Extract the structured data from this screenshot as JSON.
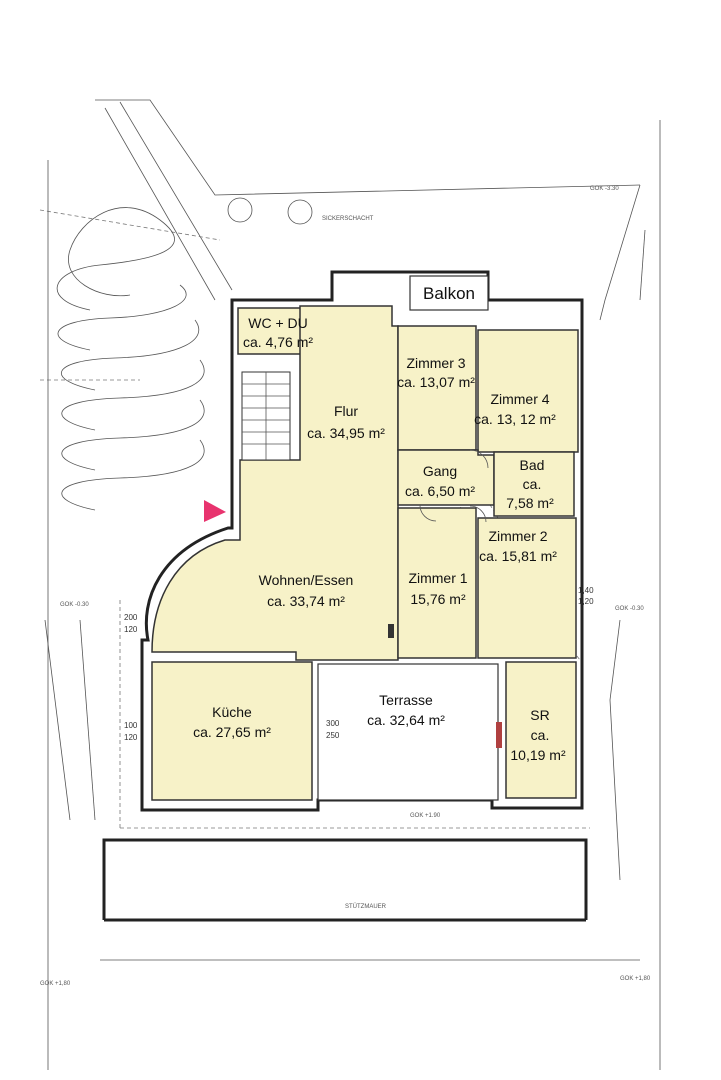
{
  "rooms": {
    "wc": {
      "name": "WC + DU",
      "area": "ca. 4,76 m²"
    },
    "balkon": {
      "name": "Balkon"
    },
    "zimmer3": {
      "name": "Zimmer 3",
      "area": "ca. 13,07 m²"
    },
    "zimmer4": {
      "name": "Zimmer 4",
      "area": "ca. 13, 12 m²"
    },
    "flur": {
      "name": "Flur",
      "area": "ca. 34,95 m²"
    },
    "bad": {
      "name": "Bad",
      "area_line1": "ca.",
      "area_line2": "7,58 m²"
    },
    "gang": {
      "name": "Gang",
      "area": "ca. 6,50 m²"
    },
    "zimmer2": {
      "name": "Zimmer 2",
      "area": "ca. 15,81 m²"
    },
    "wohnen": {
      "name": "Wohnen/Essen",
      "area": "ca. 33,74 m²"
    },
    "zimmer1": {
      "name": "Zimmer 1",
      "area": "15,76 m²"
    },
    "kueche": {
      "name": "Küche",
      "area": "ca. 27,65 m²"
    },
    "terrasse": {
      "name": "Terrasse",
      "area": "ca. 32,64 m²"
    },
    "sr": {
      "name": "SR",
      "area_line1": "ca.",
      "area_line2": "10,19 m²"
    }
  },
  "annotations": {
    "stuetzmauer": "STÜTZMAUER",
    "gok_terrace": "GOK +1.90",
    "gok_left_bottom": "GOK +1,80",
    "gok_right_bottom": "GOK +1,80",
    "gok_top_right": "GOK -3.30",
    "sickerschacht": "SICKERSCHACHT",
    "gok_right_mid": "GOK -0.30",
    "gok_left_mid": "GOK -0.30"
  },
  "dimensions": {
    "d200": "200",
    "d120a": "120",
    "d100": "100",
    "d120b": "120",
    "d300": "300",
    "d250": "250",
    "d140": "1,40",
    "d120c": "1,20"
  },
  "colors": {
    "room_fill": "#f7f2c8",
    "entrance_marker": "#e8336e"
  }
}
